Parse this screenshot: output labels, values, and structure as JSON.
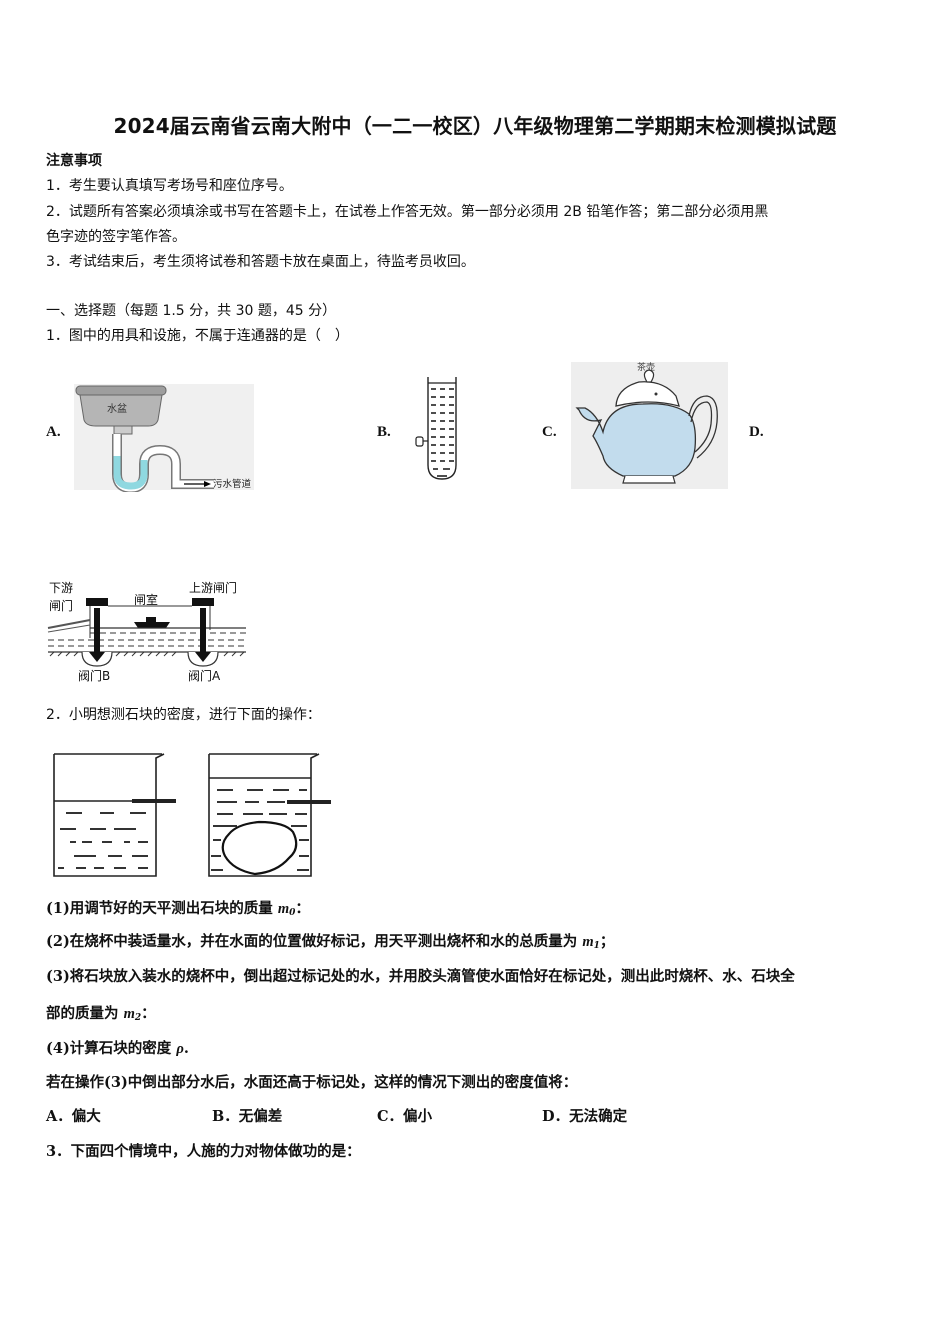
{
  "header": {
    "title": "2024届云南省云南大附中（一二一校区）八年级物理第二学期期末检测模拟试题"
  },
  "notice": {
    "heading": "注意事项",
    "items": [
      "1．考生要认真填写考场号和座位序号。",
      "2．试题所有答案必须填涂或书写在答题卡上，在试卷上作答无效。第一部分必须用 2B 铅笔作答；第二部分必须用黑",
      "色字迹的签字笔作答。",
      "3．考试结束后，考生须将试卷和答题卡放在桌面上，待监考员收回。"
    ]
  },
  "section": {
    "heading": "一、选择题（每题 1.5 分，共 30 题，45 分）"
  },
  "q1": {
    "stem": "1．图中的用具和设施，不属于连通器的是（　）",
    "options": [
      {
        "letter": "A.",
        "figure_labels": [
          "水盆",
          "污水管道"
        ]
      },
      {
        "letter": "B.",
        "figure_labels": []
      },
      {
        "letter": "C.",
        "figure_labels": [
          "茶壶"
        ]
      },
      {
        "letter": "D.",
        "figure_labels": [
          "下游",
          "闸门",
          "闸室",
          "上游闸门",
          "阀门B",
          "阀门A"
        ]
      }
    ]
  },
  "q2": {
    "stem": "2．小明想测石块的密度，进行下面的操作：",
    "steps": {
      "s1_prefix": "(1)用调节好的天平测出石块的质量 ",
      "s1_var": "m",
      "s1_sub": "0",
      "s1_suffix": "：",
      "s2_prefix": "(2)在烧杯中装适量水，并在水面的位置做好标记，用天平测出烧杯和水的总质量为 ",
      "s2_var": "m",
      "s2_sub": "1",
      "s2_suffix": "；",
      "s3_line1": "(3)将石块放入装水的烧杯中，倒出超过标记处的水，并用胶头滴管使水面恰好在标记处，测出此时烧杯、水、石块全",
      "s3_line2_prefix": "部的质量为 ",
      "s3_var": "m",
      "s3_sub": "2",
      "s3_suffix": "：",
      "s4_prefix": "(4)计算石块的密度 ",
      "s4_var": "ρ",
      "s4_suffix": "."
    },
    "question": "若在操作(3)中倒出部分水后，水面还高于标记处，这样的情况下测出的密度值将：",
    "options": [
      {
        "letter": "A．",
        "text": "偏大"
      },
      {
        "letter": "B．",
        "text": "无偏差"
      },
      {
        "letter": "C．",
        "text": "偏小"
      },
      {
        "letter": "D．",
        "text": "无法确定"
      }
    ]
  },
  "q3": {
    "stem": "3．下面四个情境中，人施的力对物体做功的是："
  }
}
